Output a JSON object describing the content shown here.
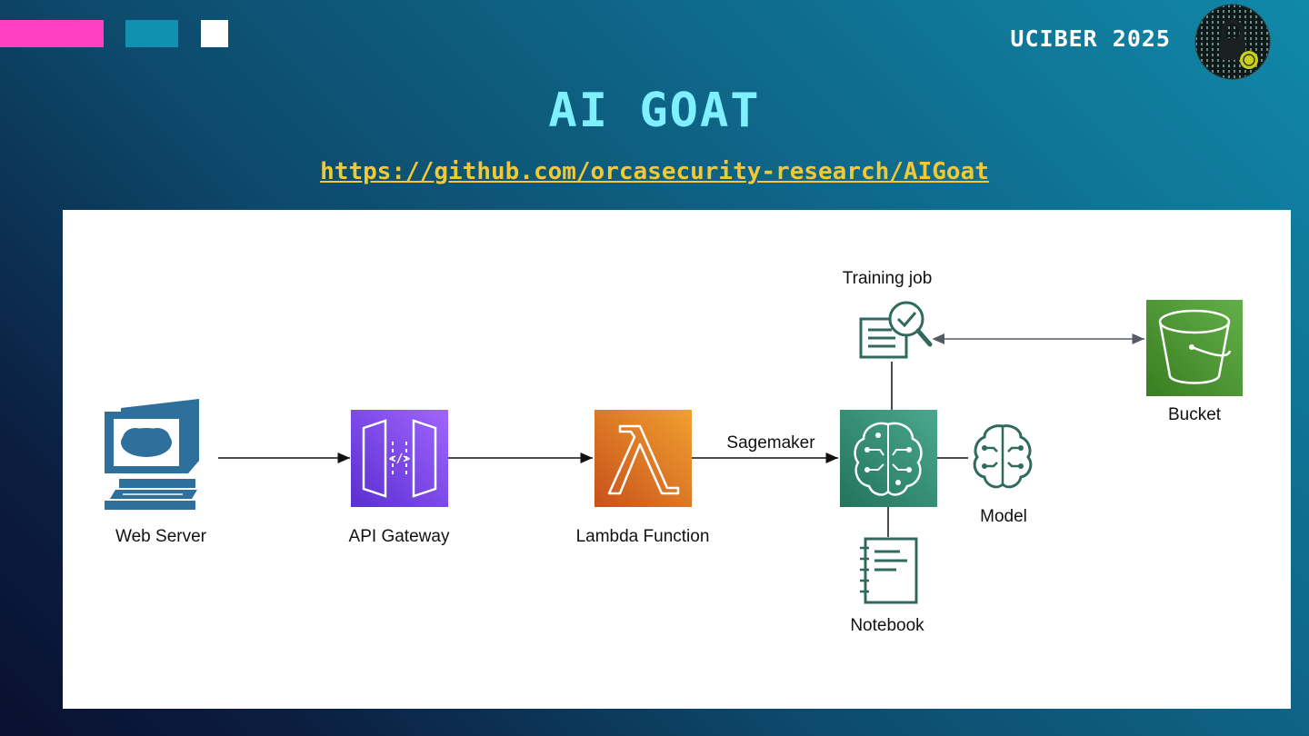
{
  "header": {
    "conference": "UCIBER 2025",
    "title": "AI GOAT",
    "repo_link": "https://github.com/orcasecurity-research/AIGoat"
  },
  "colors": {
    "accent_pink": "#ff40c0",
    "accent_teal": "#1290b0",
    "title": "#7ff0ff",
    "link": "#f0c838",
    "web_server_blue": "#2e6f9b",
    "api_gateway_purple": "#7b4ff0",
    "lambda_orange": "#e3852a",
    "sagemaker_green": "#2f8c74",
    "s3_green": "#4a9a32"
  },
  "diagram": {
    "nodes": {
      "web_server": {
        "label": "Web Server",
        "icon": "monitor-icon"
      },
      "api_gateway": {
        "label": "API Gateway",
        "icon": "api-gateway-icon"
      },
      "lambda": {
        "label": "Lambda Function",
        "icon": "lambda-icon"
      },
      "sagemaker": {
        "icon": "sagemaker-brain-icon"
      },
      "training_job": {
        "label": "Training job",
        "icon": "training-job-icon"
      },
      "bucket": {
        "label": "Bucket",
        "icon": "s3-bucket-icon"
      },
      "model": {
        "label": "Model",
        "icon": "model-brain-icon"
      },
      "notebook": {
        "label": "Notebook",
        "icon": "notebook-icon"
      }
    },
    "edges": {
      "lambda_to_sagemaker": "Sagemaker"
    }
  }
}
